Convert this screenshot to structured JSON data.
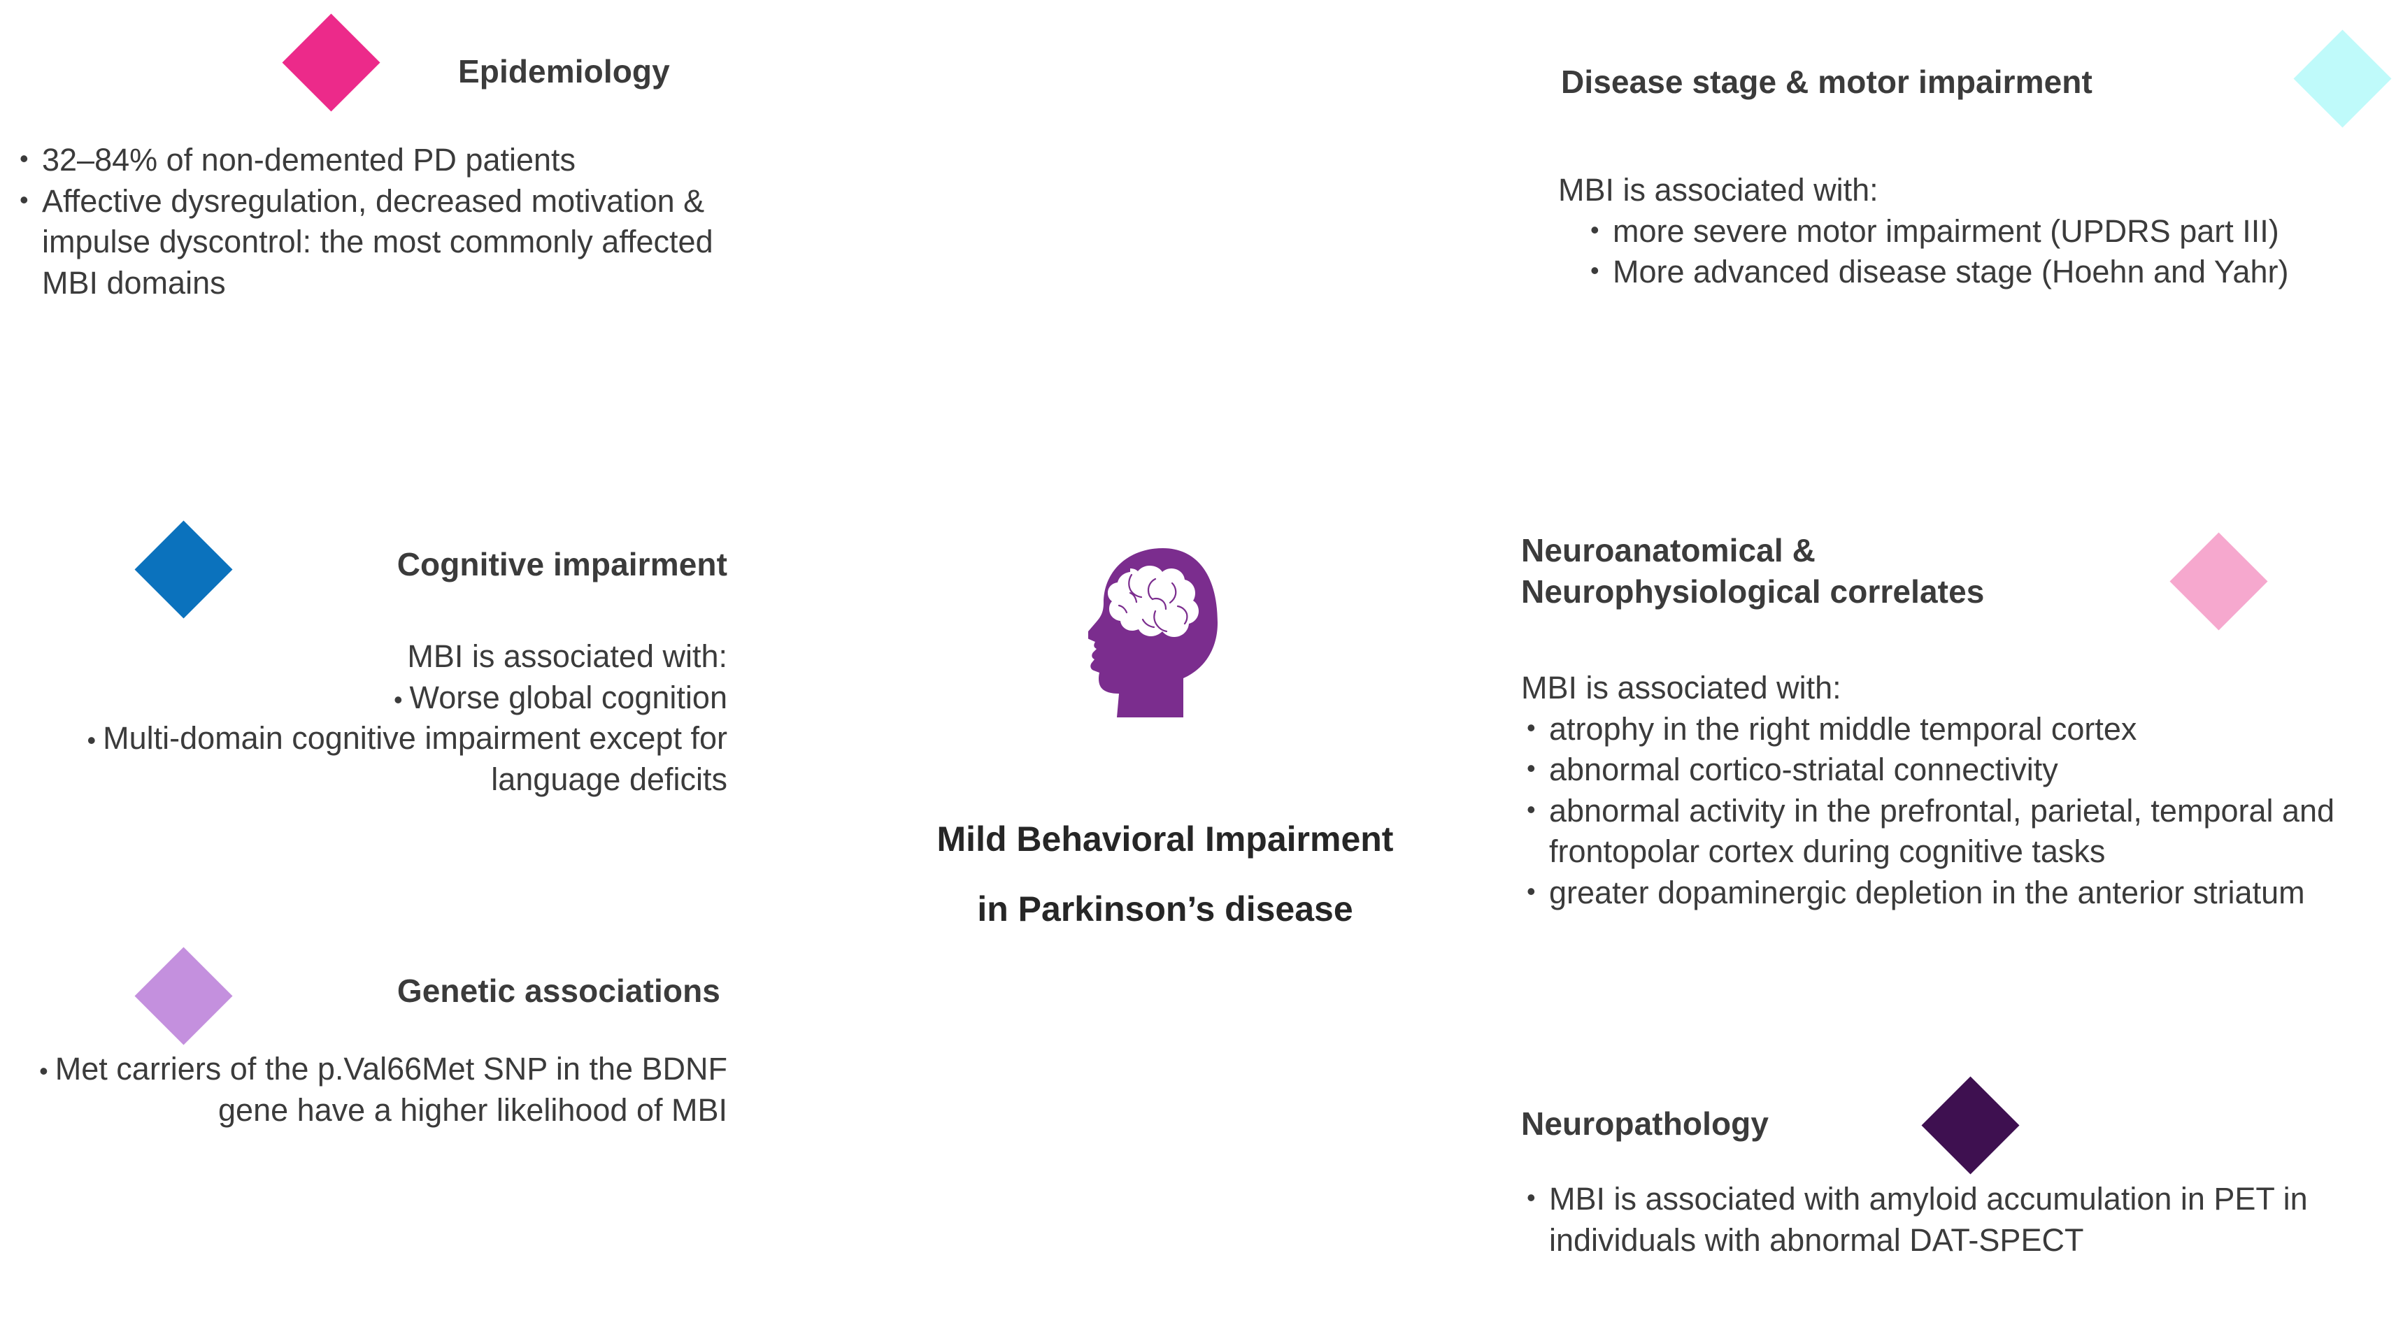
{
  "figure": {
    "center": {
      "title_line1": "Mild Behavioral Impairment",
      "title_line2": "in Parkinson’s disease",
      "icon": "head-brain-icon",
      "icon_color": "#7B2D8E"
    },
    "sections": [
      {
        "id": "epidemiology",
        "title": "Epidemiology",
        "marker_color": "#EC2A8A",
        "marker_name": "epidemiology-diamond-icon",
        "lead": "",
        "bullets": [
          "32–84% of non-demented PD patients",
          "Affective dysregulation, decreased motivation & impulse dyscontrol: the most commonly affected MBI domains"
        ]
      },
      {
        "id": "cognitive-impairment",
        "title": "Cognitive impairment",
        "marker_color": "#0B72BD",
        "marker_name": "cognitive-impairment-diamond-icon",
        "lead": "MBI is associated with:",
        "bullets": [
          "Worse global cognition",
          "Multi-domain cognitive impairment except for language deficits"
        ]
      },
      {
        "id": "genetic-associations",
        "title": "Genetic associations",
        "marker_color": "#C490DE",
        "marker_name": "genetic-associations-diamond-icon",
        "lead": "",
        "bullets": [
          "Met carriers of the p.Val66Met SNP in the BDNF gene have a higher likelihood of MBI"
        ]
      },
      {
        "id": "disease-stage-motor-impairment",
        "title": "Disease stage & motor impairment",
        "marker_color": "#BFFAFA",
        "marker_name": "disease-stage-diamond-icon",
        "lead": "MBI is associated with:",
        "bullets": [
          "more severe motor impairment (UPDRS part III)",
          "More advanced disease stage (Hoehn and Yahr)"
        ]
      },
      {
        "id": "neuroanatomical-correlates",
        "title_line1": "Neuroanatomical &",
        "title_line2": "Neurophysiological correlates",
        "marker_color": "#F6A8CE",
        "marker_name": "neuroanatomical-diamond-icon",
        "lead": "MBI is associated with:",
        "bullets": [
          "atrophy in the right middle temporal cortex",
          "abnormal cortico-striatal connectivity",
          "abnormal activity in the prefrontal, parietal, temporal and frontopolar cortex during cognitive tasks",
          "greater dopaminergic depletion in the anterior striatum"
        ]
      },
      {
        "id": "neuropathology",
        "title": "Neuropathology",
        "marker_color": "#3E1050",
        "marker_name": "neuropathology-diamond-icon",
        "lead": "",
        "bullets": [
          "MBI is associated with amyloid accumulation in PET in individuals with abnormal DAT-SPECT"
        ]
      }
    ]
  }
}
